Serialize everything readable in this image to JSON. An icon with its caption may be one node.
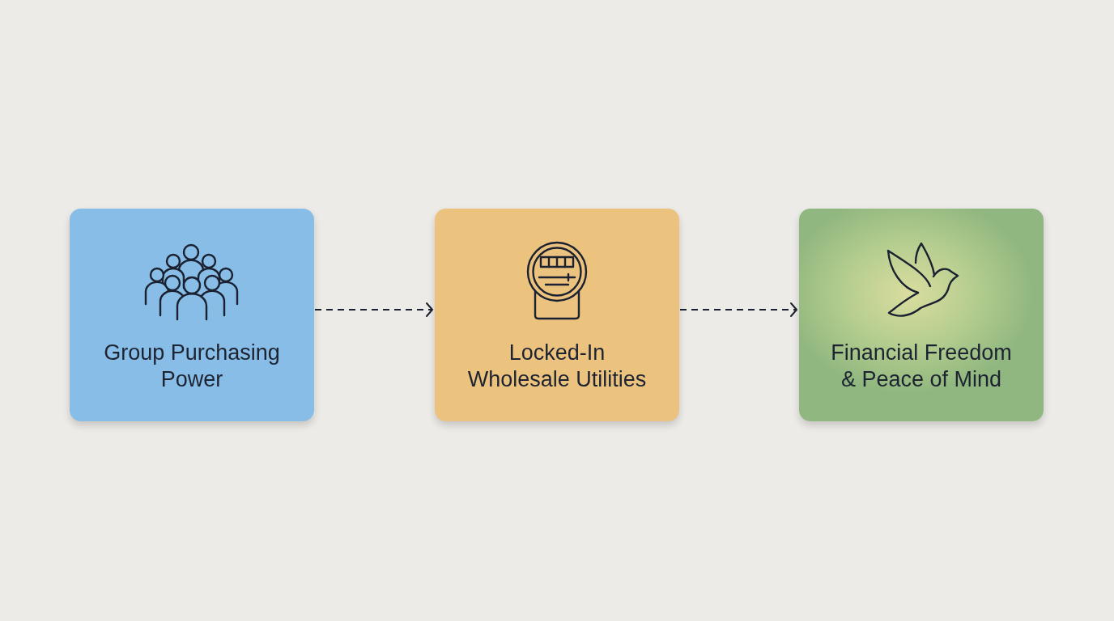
{
  "diagram": {
    "nodes": [
      {
        "text": [
          "Group Purchasing Power"
        ]
      },
      {
        "text": [
          "Locked-In Wholesale Utilities"
        ]
      },
      {
        "text": [
          "Financial Freedom & Peace of Mind"
        ]
      }
    ],
    "edges": [
      {
        "from": 0,
        "to": 1,
        "arrow": "to",
        "style": "dashed"
      },
      {
        "from": 1,
        "to": 2,
        "arrow": "to",
        "style": "dashed"
      }
    ]
  }
}
